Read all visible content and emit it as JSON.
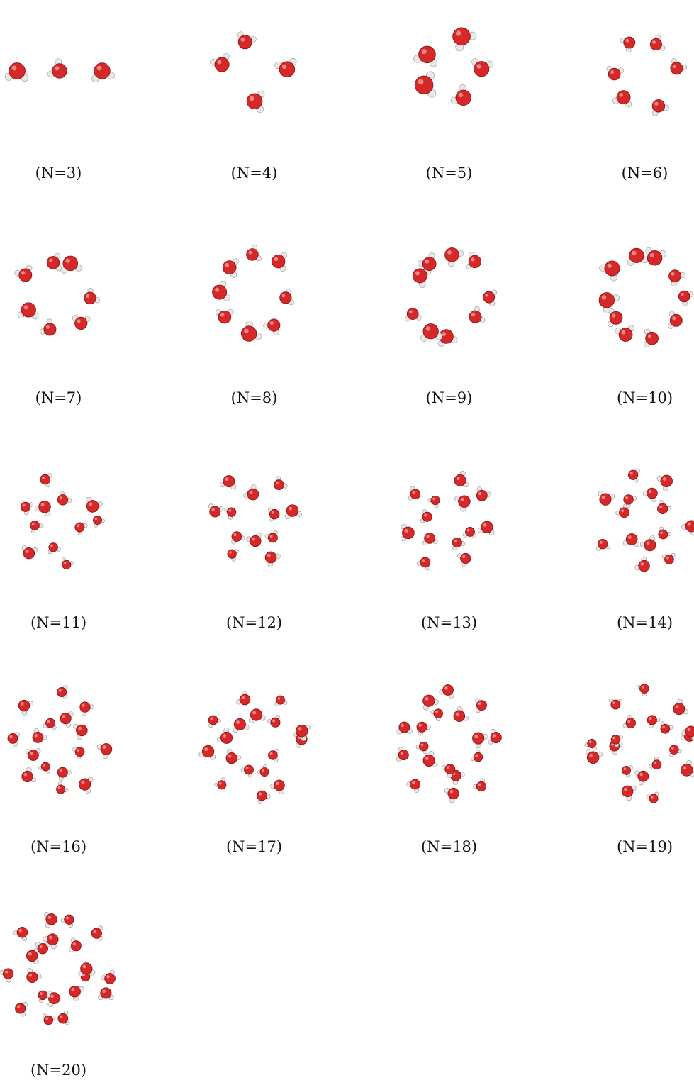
{
  "colors": {
    "oxygen": "#d62828",
    "hydrogen": "#e8e8e8",
    "bond": "#c8c8c8"
  },
  "icons": {
    "oxygen": "oxygen-atom-icon",
    "hydrogen": "hydrogen-atom-icon"
  },
  "clusters": [
    {
      "label": "(N=3)",
      "molecules": 3
    },
    {
      "label": "(N=4)",
      "molecules": 4
    },
    {
      "label": "(N=5)",
      "molecules": 5
    },
    {
      "label": "(N=6)",
      "molecules": 6
    },
    {
      "label": "(N=7)",
      "molecules": 7
    },
    {
      "label": "(N=8)",
      "molecules": 8
    },
    {
      "label": "(N=9)",
      "molecules": 9
    },
    {
      "label": "(N=10)",
      "molecules": 10
    },
    {
      "label": "(N=11)",
      "molecules": 11
    },
    {
      "label": "(N=12)",
      "molecules": 12
    },
    {
      "label": "(N=13)",
      "molecules": 13
    },
    {
      "label": "(N=14)",
      "molecules": 14
    },
    {
      "label": "(N=16)",
      "molecules": 16
    },
    {
      "label": "(N=17)",
      "molecules": 17
    },
    {
      "label": "(N=18)",
      "molecules": 18
    },
    {
      "label": "(N=19)",
      "molecules": 19
    },
    {
      "label": "(N=20)",
      "molecules": 20
    }
  ]
}
